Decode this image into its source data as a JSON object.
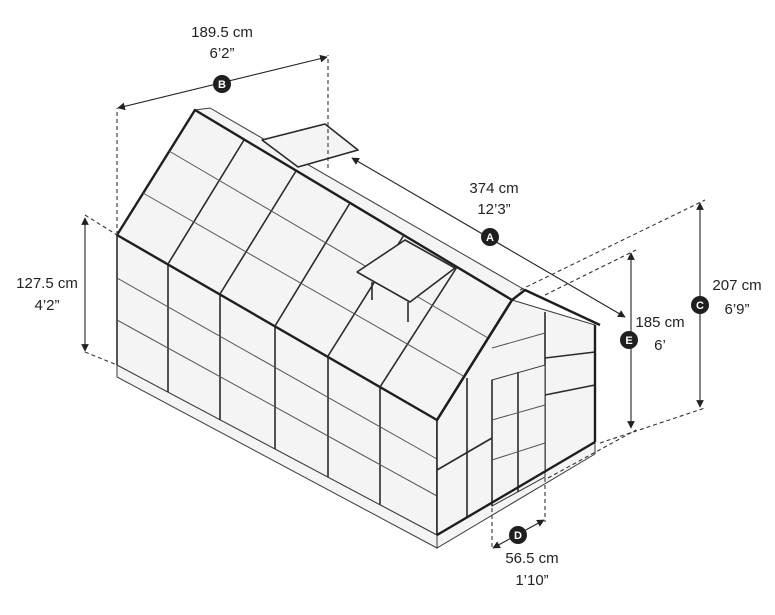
{
  "dimensions": {
    "B": {
      "badge": "B",
      "metric": "189.5 cm",
      "imperial": "6’2”"
    },
    "A": {
      "badge": "A",
      "metric": "374 cm",
      "imperial": "12’3”"
    },
    "C": {
      "badge": "C",
      "metric": "207 cm",
      "imperial": "6’9”"
    },
    "E": {
      "badge": "E",
      "metric": "185 cm",
      "imperial": "6’"
    },
    "side_height": {
      "metric": "127.5 cm",
      "imperial": "4’2”"
    },
    "D": {
      "badge": "D",
      "metric": "56.5 cm",
      "imperial": "1’10”"
    }
  },
  "colors": {
    "line": "#2a2a2a",
    "badge_fill": "#1f1f1f",
    "panel": "#f4f4f4"
  }
}
